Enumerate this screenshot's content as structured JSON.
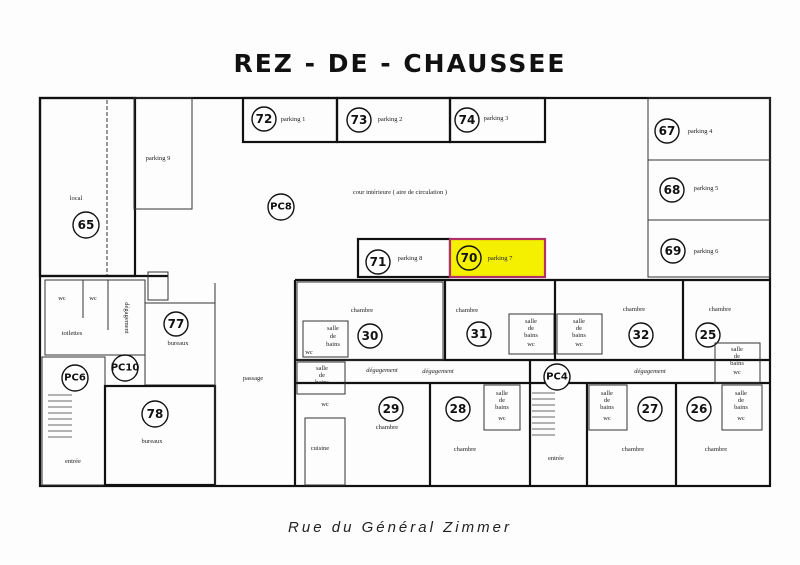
{
  "title": "REZ - DE - CHAUSSEE",
  "street": "Rue du Général Zimmer",
  "highlight_color": "#f5f000",
  "courtyard": {
    "label": "cour intérieure ( aire de circulation )",
    "code": "PC8"
  },
  "parkings": [
    {
      "num": "72",
      "label": "parking 1"
    },
    {
      "num": "73",
      "label": "parking 2"
    },
    {
      "num": "74",
      "label": "parking 3"
    },
    {
      "num": "67",
      "label": "parking 4"
    },
    {
      "num": "68",
      "label": "parking 5"
    },
    {
      "num": "69",
      "label": "parking 6"
    },
    {
      "num": "70",
      "label": "parking 7",
      "highlighted": true
    },
    {
      "num": "71",
      "label": "parking 8"
    },
    {
      "label": "parking 9"
    }
  ],
  "rooms": {
    "r65": {
      "num": "65",
      "label": "local"
    },
    "r77": {
      "num": "77",
      "label": "bureaux"
    },
    "r78": {
      "num": "78",
      "label": "bureaux"
    },
    "pc6": {
      "num": "PC6",
      "label": "entrée"
    },
    "pc10": {
      "num": "PC10"
    },
    "pc4": {
      "num": "PC4",
      "label": "entrée"
    },
    "toilettes": "toilettes",
    "wc": "wc",
    "degagement": "dégagement",
    "passage": "passage",
    "chambre": "chambre",
    "cuisine": "cuisine",
    "salle": "salle",
    "de": "de",
    "bains": "bains",
    "r30": "30",
    "r31": "31",
    "r32": "32",
    "r25": "25",
    "r29": "29",
    "r28": "28",
    "r27": "27",
    "r26": "26"
  }
}
